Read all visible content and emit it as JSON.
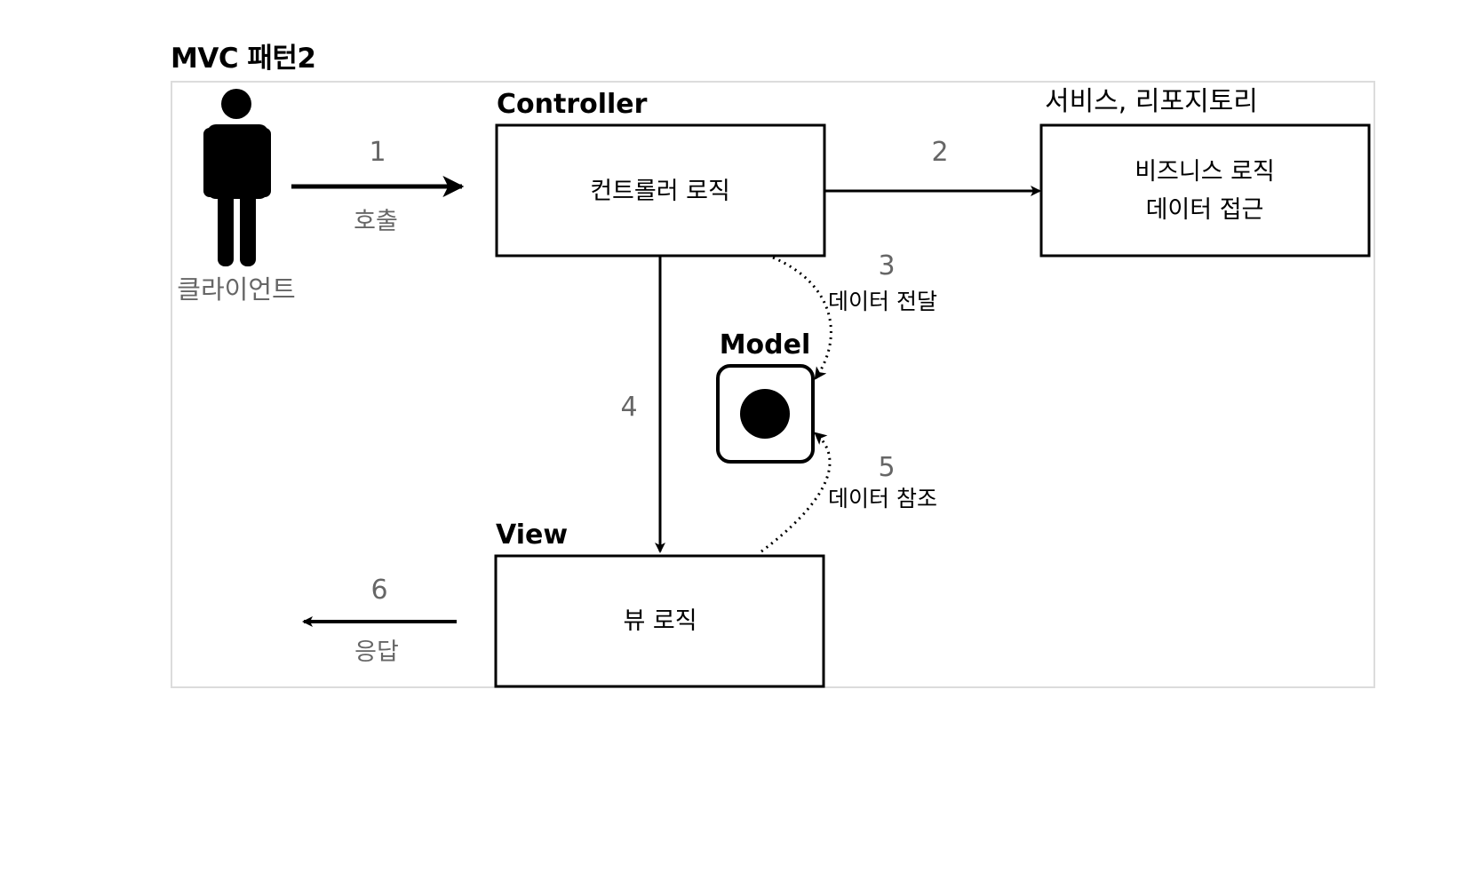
{
  "title": "MVC 패턴2",
  "client": {
    "label": "클라이언트",
    "icon": "person-icon"
  },
  "controller": {
    "heading": "Controller",
    "box_text": "컨트롤러 로직"
  },
  "service": {
    "heading": "서비스, 리포지토리",
    "box_lines": [
      "비즈니스 로직",
      "데이터 접근"
    ]
  },
  "model": {
    "heading": "Model",
    "icon": "model-circle-icon"
  },
  "view": {
    "heading": "View",
    "box_text": "뷰 로직"
  },
  "steps": [
    {
      "number": "1",
      "text": "호출"
    },
    {
      "number": "2",
      "text": ""
    },
    {
      "number": "3",
      "text": "데이터 전달"
    },
    {
      "number": "4",
      "text": ""
    },
    {
      "number": "5",
      "text": "데이터 참조"
    },
    {
      "number": "6",
      "text": "응답"
    }
  ],
  "colors": {
    "line": "#000000",
    "step_number": "#666666",
    "frame": "#dcdcdc"
  }
}
